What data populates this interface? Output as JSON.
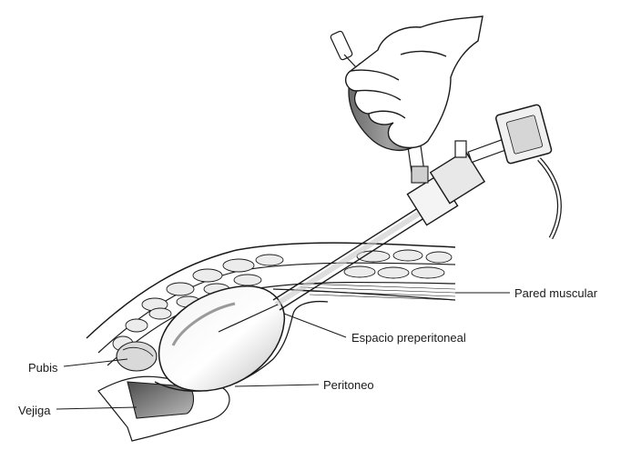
{
  "labels": {
    "pared_muscular": "Pared muscular",
    "espacio_preperitoneal": "Espacio preperitoneal",
    "peritoneo": "Peritoneo",
    "pubis": "Pubis",
    "vejiga": "Vejiga"
  },
  "colors": {
    "line": "#1a1a1a",
    "balloon_gray": "#8f8f8f",
    "shade_dark": "#6e6e6e",
    "fat_light": "#e6e6e6",
    "fat_mid": "#c9c9c9"
  }
}
